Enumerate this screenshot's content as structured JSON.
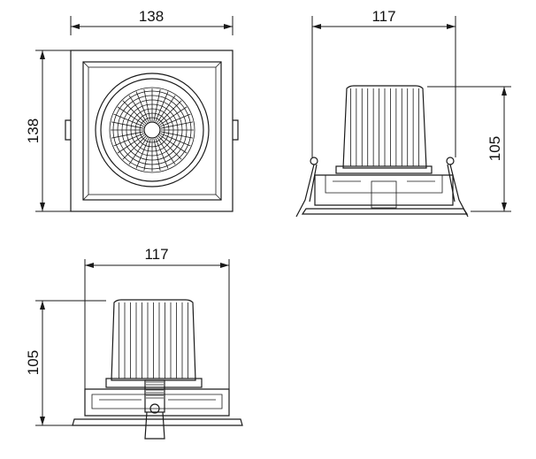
{
  "front_view": {
    "width_label": "138",
    "height_label": "138"
  },
  "side_view": {
    "width_label": "117",
    "height_label": "105"
  },
  "bottom_view": {
    "width_label": "117",
    "height_label": "105"
  }
}
